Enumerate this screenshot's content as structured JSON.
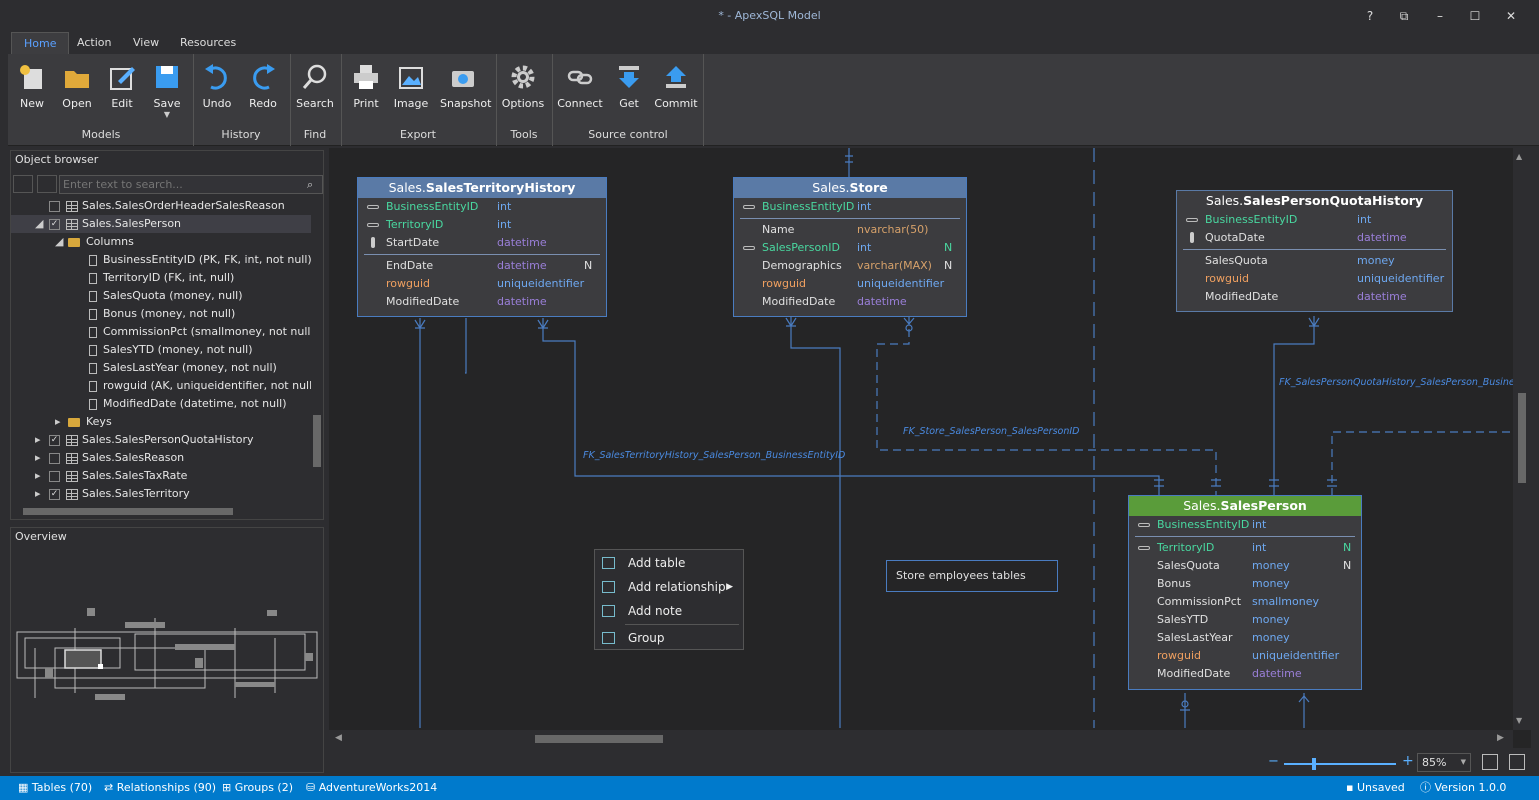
{
  "window": {
    "title": "* - ApexSQL Model",
    "buttons": [
      "?",
      "⧉",
      "–",
      "☐",
      "✕"
    ]
  },
  "tabs": [
    "Home",
    "Action",
    "View",
    "Resources"
  ],
  "ribbon": {
    "buttons": [
      "New",
      "Open",
      "Edit",
      "Save",
      "Undo",
      "Redo",
      "Search",
      "Print",
      "Image",
      "Snapshot",
      "Options",
      "Connect",
      "Get",
      "Commit"
    ],
    "groups": [
      "Models",
      "History",
      "Find",
      "Export",
      "Tools",
      "Source control"
    ]
  },
  "object_browser": {
    "title": "Object browser",
    "search_placeholder": "Enter text to search...",
    "items": [
      {
        "label": "Sales.SalesOrderHeaderSalesReason",
        "checked": false
      },
      {
        "label": "Sales.SalesPerson",
        "checked": true
      },
      {
        "label": "Columns"
      },
      {
        "label": "BusinessEntityID (PK, FK, int, not null)"
      },
      {
        "label": "TerritoryID (FK, int, null)"
      },
      {
        "label": "SalesQuota (money, null)"
      },
      {
        "label": "Bonus (money, not null)"
      },
      {
        "label": "CommissionPct (smallmoney, not null)"
      },
      {
        "label": "SalesYTD (money, not null)"
      },
      {
        "label": "SalesLastYear (money, not null)"
      },
      {
        "label": "rowguid (AK, uniqueidentifier, not null)"
      },
      {
        "label": "ModifiedDate (datetime, not null)"
      },
      {
        "label": "Keys"
      },
      {
        "label": "Sales.SalesPersonQuotaHistory",
        "checked": true
      },
      {
        "label": "Sales.SalesReason",
        "checked": false
      },
      {
        "label": "Sales.SalesTaxRate",
        "checked": false
      },
      {
        "label": "Sales.SalesTerritory",
        "checked": true
      }
    ]
  },
  "overview": {
    "title": "Overview"
  },
  "entities": {
    "territory_history": {
      "schema": "Sales.",
      "name": "SalesTerritoryHistory",
      "rows": [
        [
          "BusinessEntityID",
          "int",
          ""
        ],
        [
          "TerritoryID",
          "int",
          ""
        ],
        [
          "StartDate",
          "datetime",
          ""
        ],
        [
          "EndDate",
          "datetime",
          "N"
        ],
        [
          "rowguid",
          "uniqueidentifier",
          ""
        ],
        [
          "ModifiedDate",
          "datetime",
          ""
        ]
      ]
    },
    "store": {
      "schema": "Sales.",
      "name": "Store",
      "rows": [
        [
          "BusinessEntityID",
          "int",
          ""
        ],
        [
          "Name",
          "nvarchar(50)",
          ""
        ],
        [
          "SalesPersonID",
          "int",
          "N"
        ],
        [
          "Demographics",
          "varchar(MAX)",
          "N"
        ],
        [
          "rowguid",
          "uniqueidentifier",
          ""
        ],
        [
          "ModifiedDate",
          "datetime",
          ""
        ]
      ]
    },
    "quota_history": {
      "schema": "Sales.",
      "name": "SalesPersonQuotaHistory",
      "rows": [
        [
          "BusinessEntityID",
          "int",
          ""
        ],
        [
          "QuotaDate",
          "datetime",
          ""
        ],
        [
          "SalesQuota",
          "money",
          ""
        ],
        [
          "rowguid",
          "uniqueidentifier",
          ""
        ],
        [
          "ModifiedDate",
          "datetime",
          ""
        ]
      ]
    },
    "salesperson": {
      "schema": "Sales.",
      "name": "SalesPerson",
      "rows": [
        [
          "BusinessEntityID",
          "int",
          ""
        ],
        [
          "TerritoryID",
          "int",
          "N"
        ],
        [
          "SalesQuota",
          "money",
          "N"
        ],
        [
          "Bonus",
          "money",
          ""
        ],
        [
          "CommissionPct",
          "smallmoney",
          ""
        ],
        [
          "SalesYTD",
          "money",
          ""
        ],
        [
          "SalesLastYear",
          "money",
          ""
        ],
        [
          "rowguid",
          "uniqueidentifier",
          ""
        ],
        [
          "ModifiedDate",
          "datetime",
          ""
        ]
      ]
    }
  },
  "relations": {
    "r1": "FK_SalesTerritoryHistory_SalesPerson_BusinessEntityID",
    "r2": "FK_Store_SalesPerson_SalesPersonID",
    "r3": "FK_SalesPersonQuotaHistory_SalesPerson_BusinessEntityID"
  },
  "context_menu": [
    "Add table",
    "Add relationship",
    "Add note",
    "Group"
  ],
  "note": "Store employees tables",
  "zoom": "85%",
  "status": {
    "tables": "Tables (70)",
    "relationships": "Relationships (90)",
    "groups": "Groups (2)",
    "database": "AdventureWorks2014",
    "saved": "Unsaved",
    "version": "Version 1.0.0"
  }
}
